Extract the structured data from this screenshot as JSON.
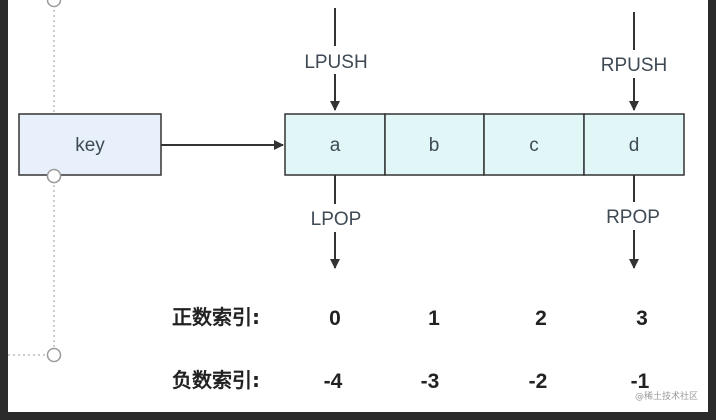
{
  "diagram": {
    "key_label": "key",
    "cells": [
      "a",
      "b",
      "c",
      "d"
    ],
    "ops": {
      "lpush": "LPUSH",
      "rpush": "RPUSH",
      "lpop": "LPOP",
      "rpop": "RPOP"
    },
    "positive_index": {
      "label": "正数索引:",
      "values": [
        "0",
        "1",
        "2",
        "3"
      ]
    },
    "negative_index": {
      "label": "负数索引:",
      "values": [
        "-4",
        "-3",
        "-2",
        "-1"
      ]
    },
    "watermark": "@稀土技术社区"
  },
  "colors": {
    "background": "#2b2b2b",
    "canvas": "#ffffff",
    "key_fill": "#e8f1fb",
    "cell_fill": "#e1f7f7",
    "stroke": "#333333",
    "text": "#3f4a55",
    "guide": "#9a9a9a"
  }
}
